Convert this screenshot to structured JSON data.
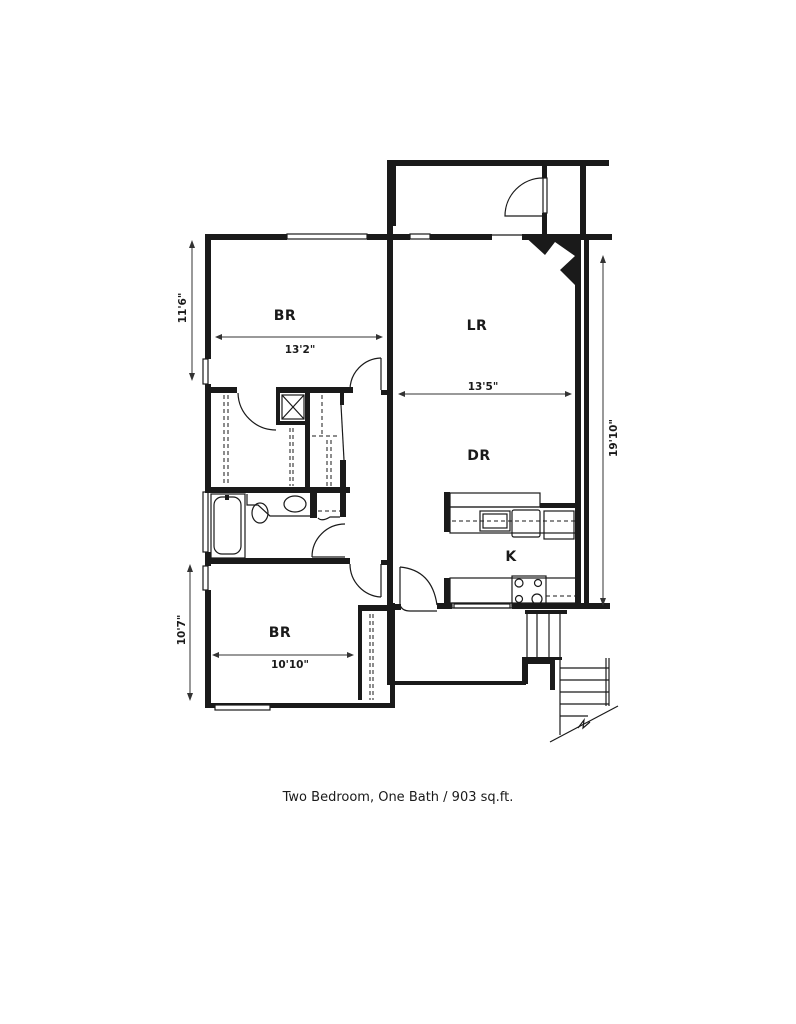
{
  "plan": {
    "caption": "Two Bedroom, One Bath / 903 sq.ft.",
    "rooms": {
      "bedroom_1": {
        "label": "BR",
        "width": "13'2\"",
        "depth": "11'6\""
      },
      "living_room": {
        "label": "LR",
        "width": "13'5\""
      },
      "dining_room": {
        "label": "DR",
        "depth": "19'10\""
      },
      "kitchen": {
        "label": "K"
      },
      "bedroom_2": {
        "label": "BR",
        "width": "10'10\"",
        "depth": "10'7\""
      }
    },
    "colors": {
      "wall": "#1a1a1a",
      "background": "#ffffff"
    }
  }
}
